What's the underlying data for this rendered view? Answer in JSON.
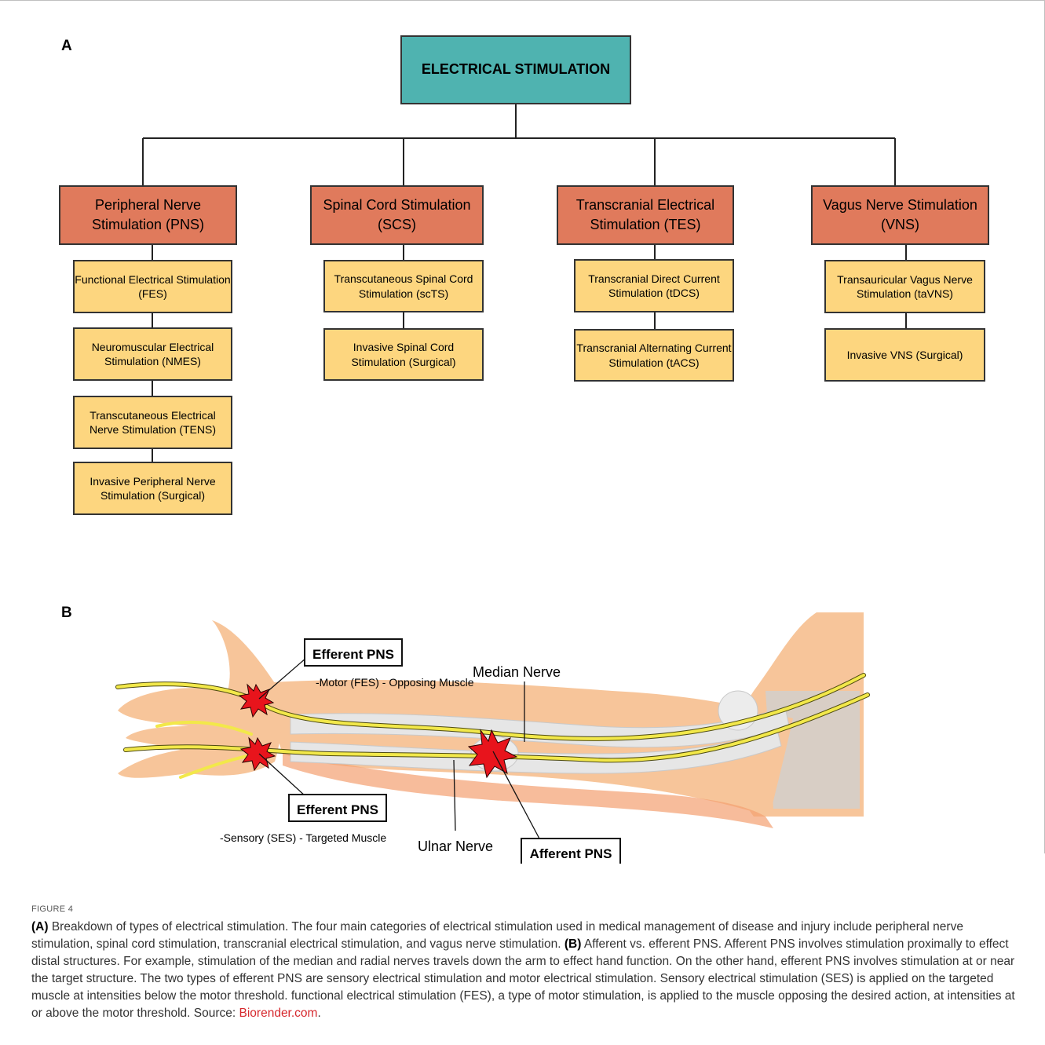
{
  "panel_a_letter": "A",
  "panel_b_letter": "B",
  "root": "ELECTRICAL STIMULATION",
  "categories": [
    {
      "name": "Peripheral Nerve Stimulation (PNS)",
      "subs": [
        "Functional Electrical Stimulation (FES)",
        "Neuromuscular Electrical Stimulation (NMES)",
        "Transcutaneous Electrical Nerve Stimulation (TENS)",
        "Invasive Peripheral Nerve Stimulation (Surgical)"
      ]
    },
    {
      "name": "Spinal Cord Stimulation (SCS)",
      "subs": [
        "Transcutaneous Spinal Cord Stimulation (scTS)",
        "Invasive Spinal Cord Stimulation (Surgical)"
      ]
    },
    {
      "name": "Transcranial Electrical Stimulation (TES)",
      "subs": [
        "Transcranial Direct Current Stimulation (tDCS)",
        "Transcranial Alternating Current Stimulation (tACS)"
      ]
    },
    {
      "name": "Vagus Nerve Stimulation (VNS)",
      "subs": [
        "Transauricular Vagus Nerve Stimulation (taVNS)",
        "Invasive VNS (Surgical)"
      ]
    }
  ],
  "arm": {
    "efferent_motor_label": "Efferent PNS",
    "efferent_motor_desc": "-Motor (FES) - Opposing Muscle",
    "efferent_sensory_label": "Efferent PNS",
    "efferent_sensory_desc": "-Sensory (SES) - Targeted Muscle",
    "median_nerve": "Median Nerve",
    "ulnar_nerve": "Ulnar Nerve",
    "afferent_label": "Afferent PNS"
  },
  "caption": {
    "figure_label": "FIGURE 4",
    "a_tag": "(A)",
    "a_text": " Breakdown of types of electrical stimulation. The four main categories of electrical stimulation used in medical management of disease and injury include peripheral nerve stimulation, spinal cord stimulation, transcranial electrical stimulation, and vagus nerve stimulation. ",
    "b_tag": "(B)",
    "b_text": " Afferent vs. efferent PNS. Afferent PNS involves stimulation proximally to effect distal structures. For example, stimulation of the median and radial nerves travels down the arm to effect hand function. On the other hand, efferent PNS involves stimulation at or near the target structure. The two types of efferent PNS are sensory electrical stimulation and motor electrical stimulation. Sensory electrical stimulation (SES) is applied on the targeted muscle at intensities below the motor threshold. functional electrical stimulation (FES), a type of motor stimulation, is applied to the muscle opposing the desired action, at intensities at or above the motor threshold. Source: ",
    "source_link": "Biorender.com",
    "end": "."
  },
  "colors": {
    "root_fill": "#4fb3b0",
    "category_fill": "#e07a5c",
    "sub_fill": "#fdd67f",
    "nerve": "#f2e84a",
    "burst": "#e8141c",
    "skin": "#f7c59a",
    "bone": "#e6e6e6",
    "link": "#d6282d"
  }
}
